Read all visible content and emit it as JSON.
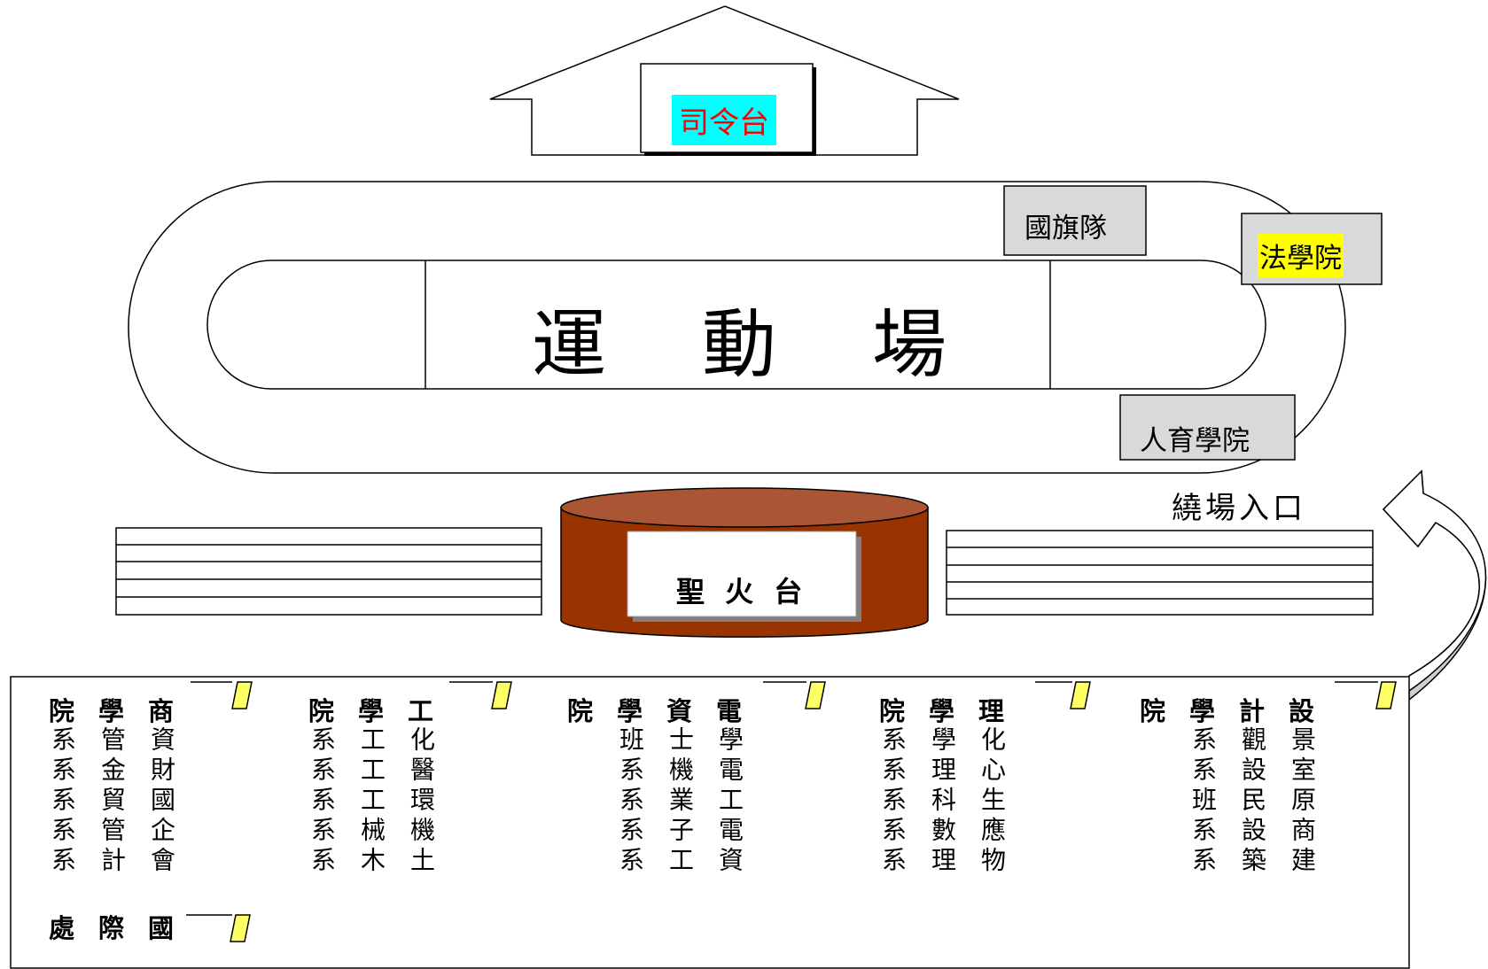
{
  "stage": {
    "label": "司令台",
    "label_color": "#ff0000",
    "label_bg": "#00ffff"
  },
  "field": {
    "title": "運　動　場"
  },
  "flag_team": {
    "label": "國旗隊"
  },
  "law_college": {
    "label": "法學院",
    "label_bg": "#ffff00"
  },
  "humanities_college": {
    "label": "人育學院"
  },
  "entrance": {
    "label": "繞場入口"
  },
  "torch": {
    "label": "聖 火 台",
    "base_color": "#993300",
    "top_color": "#aa5533"
  },
  "groups": [
    {
      "header": [
        "院",
        "學",
        "商"
      ],
      "columns": [
        "系系系系系",
        "管金貿管計",
        "資財國企會"
      ]
    },
    {
      "header": [
        "院",
        "學",
        "工"
      ],
      "columns": [
        "系系系系系",
        "工工工械木",
        "化醫環機土"
      ]
    },
    {
      "header": [
        "院",
        "學",
        "資",
        "電"
      ],
      "columns": [
        "",
        "班系系系系",
        "士機業子工",
        "學電工電資"
      ]
    },
    {
      "header": [
        "院",
        "學",
        "理"
      ],
      "columns": [
        "系系系系系",
        "學理科數理",
        "化心生應物"
      ]
    },
    {
      "header": [
        "院",
        "學",
        "計",
        "設"
      ],
      "columns": [
        "",
        "系系班系系",
        "觀設民設築",
        "景室原商建"
      ]
    }
  ],
  "intl": {
    "header": [
      "處",
      "際",
      "國"
    ]
  },
  "scroll_icon_color": "#ffff66"
}
